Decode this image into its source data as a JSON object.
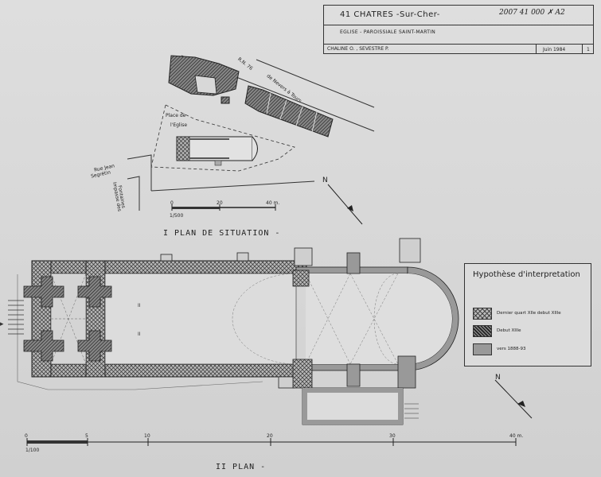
{
  "cartouche": {
    "title": "41 CHATRES -Sur-Cher-",
    "reference": "2007 41 000 ✗ A2",
    "subtitle": "EGLISE - PAROISSIALE  SAINT-MARTIN",
    "authors": "CHALINE O. , SEVESTRE P.",
    "date": "Juin 1984",
    "sheet": "1"
  },
  "situation_plan": {
    "caption": "I PLAN DE SITUATION -",
    "road_label_1": "R.N. 76",
    "road_label_2": "de Nevers à Tours",
    "place_label_1": "Place de",
    "place_label_2": "l'Eglise",
    "street_1a": "Rue Jean",
    "street_1b": "Segrétin",
    "street_2a": "Impasse des",
    "street_2b": "Fontaines",
    "north": "N",
    "scale_ticks": [
      "0",
      "20",
      "40 m."
    ],
    "scale_ratio": "1/500"
  },
  "plan": {
    "caption": "II PLAN -",
    "north": "N",
    "scale_ticks": [
      "0",
      "5",
      "10",
      "20",
      "30",
      "40 m."
    ],
    "scale_ratio": "1/100"
  },
  "legend": {
    "title": "Hypothèse  d'interpretation",
    "items": [
      {
        "label": "Dernier quart XIIe debut XIIIe",
        "pattern": "cross-hatch"
      },
      {
        "label": "Debut XIIIe",
        "pattern": "dense-hatch"
      },
      {
        "label": "vers 1888-93",
        "pattern": "grey"
      }
    ]
  }
}
